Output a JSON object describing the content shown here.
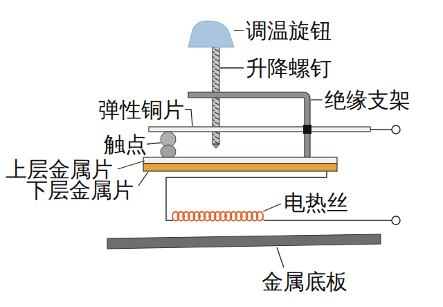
{
  "diagram": {
    "labels": [
      "调温旋钮",
      "升降螺钉",
      "弹性铜片",
      "绝缘支架",
      "触点",
      "上层金属片",
      "下层金属片",
      "电热丝",
      "金属底板"
    ]
  }
}
